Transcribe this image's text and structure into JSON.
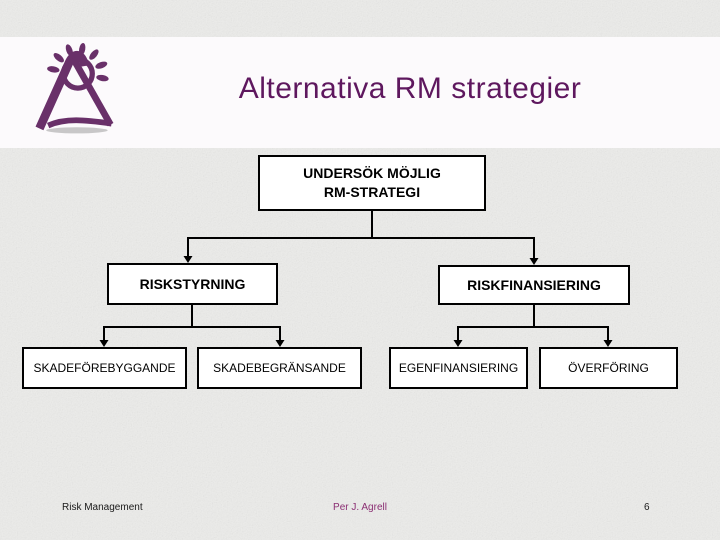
{
  "slide": {
    "title": "Alternativa RM strategier"
  },
  "diagram": {
    "root": {
      "line1": "UNDERSÖK MÖJLIG",
      "line2": "RM-STRATEGI"
    },
    "level2": [
      {
        "label": "RISKSTYRNING"
      },
      {
        "label": "RISKFINANSIERING"
      }
    ],
    "level3": [
      {
        "label": "SKADEFÖREBYGGANDE"
      },
      {
        "label": "SKADEBEGRÄNSANDE"
      },
      {
        "label": "EGENFINANSIERING"
      },
      {
        "label": "ÖVERFÖRING"
      }
    ]
  },
  "footer": {
    "left": "Risk Management",
    "center": "Per J. Agrell",
    "page_number": "6"
  },
  "colors": {
    "title_text": "#5E175E",
    "footer_accent": "#8B2E73",
    "logo_purple": "#693069",
    "box_border": "#000000",
    "box_fill": "#FFFFFF",
    "connector": "#000000",
    "background": "#ECECEA",
    "header_band": "#FCFAFC"
  }
}
